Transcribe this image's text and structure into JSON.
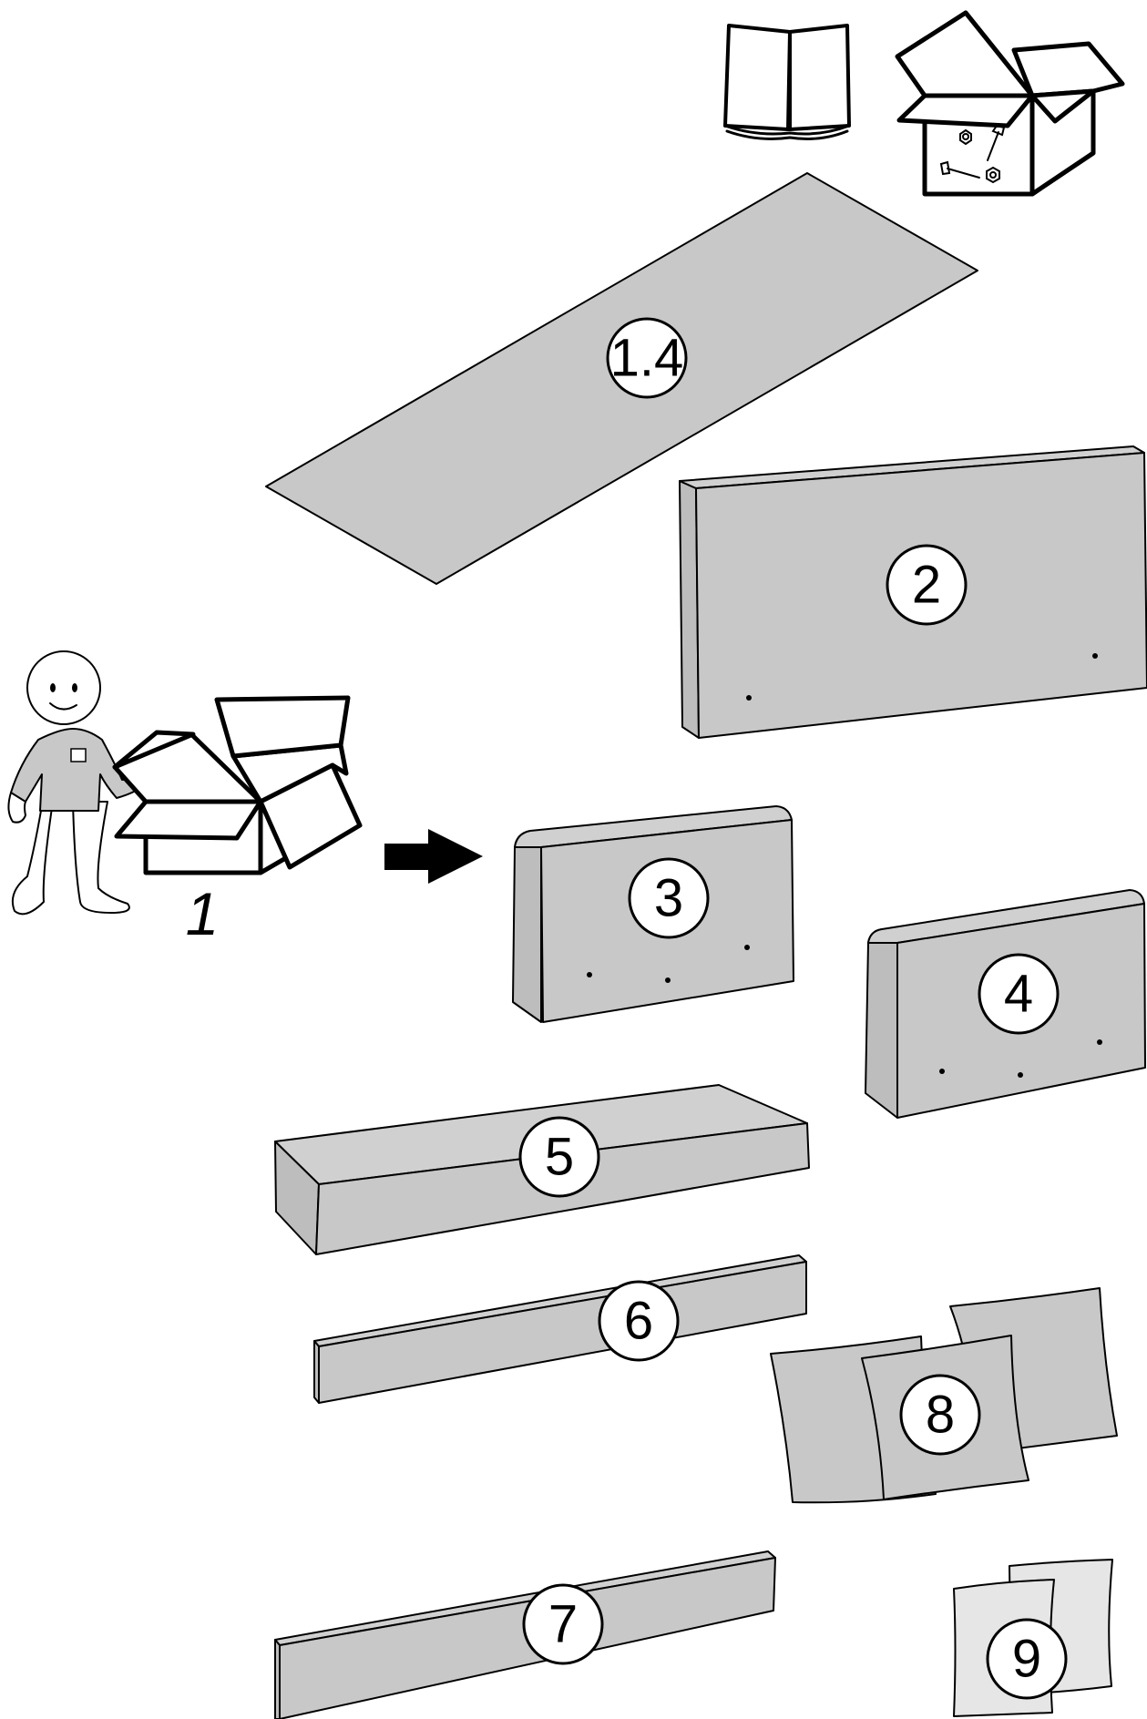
{
  "manual_icon": "open-book-icon",
  "hardware_box_icon": "hardware-box-icon",
  "figure_icon": "person-with-box-icon",
  "arrow_icon": "right-arrow-icon",
  "box": {
    "label": "1"
  },
  "parts": [
    {
      "id": "1.4",
      "label": "1.4"
    },
    {
      "id": "2",
      "label": "2"
    },
    {
      "id": "3",
      "label": "3"
    },
    {
      "id": "4",
      "label": "4"
    },
    {
      "id": "5",
      "label": "5"
    },
    {
      "id": "6",
      "label": "6"
    },
    {
      "id": "7",
      "label": "7"
    },
    {
      "id": "8",
      "label": "8"
    },
    {
      "id": "9",
      "label": "9"
    }
  ],
  "colors": {
    "part_fill": "#c8c8c8",
    "line": "#000000",
    "background": "#ffffff"
  }
}
